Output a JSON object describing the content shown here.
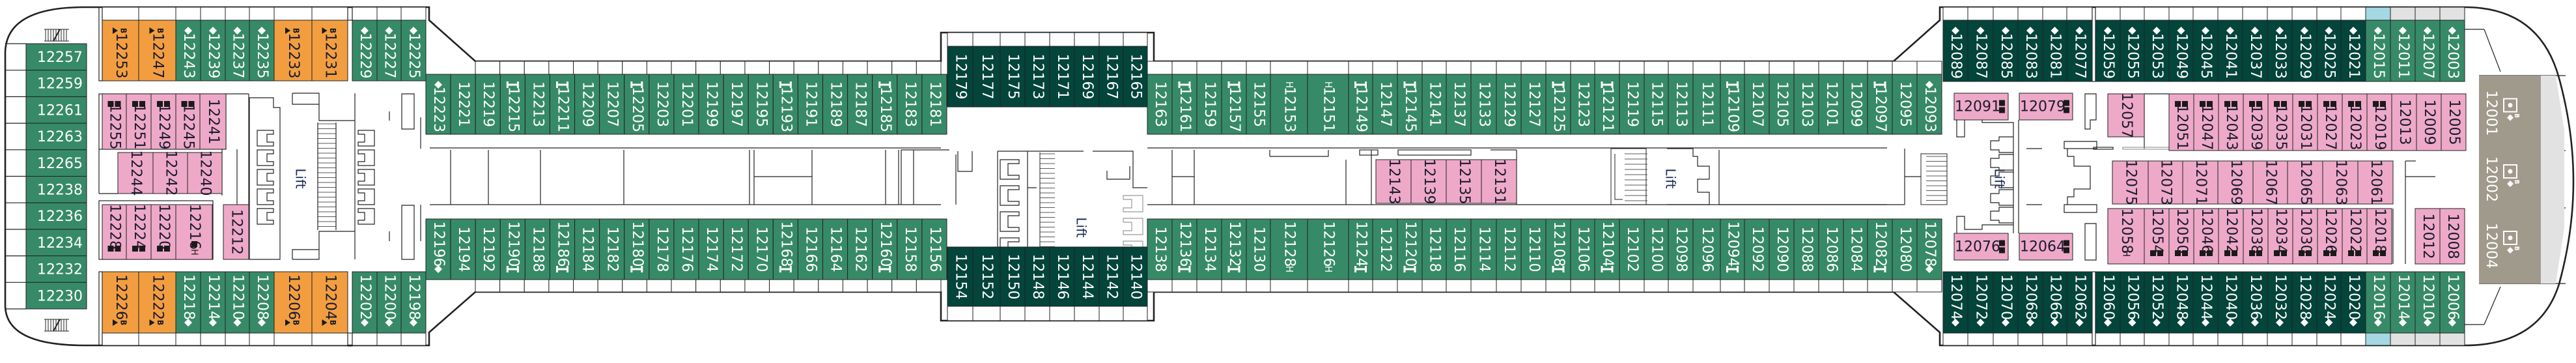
{
  "title": "Deck 12 cabin plan",
  "colors": {
    "balcony_green": "#378a68",
    "dark_green": "#03443b",
    "orange": "#f29e40",
    "inside_pink": "#eea9c8",
    "suite_grey": "#a09a8c",
    "balcony_blue": "#a4d8e3",
    "balcony_grey": "#e2e2e2",
    "hull": "#222222"
  },
  "legend_marks": {
    "diamond": "◆",
    "sofa_bed": "⊢⊣",
    "bunk_triangle": "▶",
    "B": "B",
    "double_bed": "■■",
    "single_bed": "■",
    "H": "H",
    "suite_icon": "▣"
  },
  "lift_label": "Lift",
  "aft_column": [
    {
      "n": "12257",
      "cat": "balcony_green"
    },
    {
      "n": "12259",
      "cat": "balcony_green"
    },
    {
      "n": "12261",
      "cat": "balcony_green"
    },
    {
      "n": "12263",
      "cat": "balcony_green"
    },
    {
      "n": "12265",
      "cat": "balcony_green"
    },
    {
      "n": "12238",
      "cat": "balcony_green"
    },
    {
      "n": "12236",
      "cat": "balcony_green"
    },
    {
      "n": "12234",
      "cat": "balcony_green"
    },
    {
      "n": "12232",
      "cat": "balcony_green"
    },
    {
      "n": "12230",
      "cat": "balcony_green"
    }
  ],
  "aft_top_row": [
    {
      "n": "12253",
      "cat": "orange",
      "mark": "B-tri"
    },
    {
      "n": "12247",
      "cat": "orange",
      "mark": "B-tri"
    },
    {
      "n": "12243",
      "cat": "balcony_green",
      "mark": "diamond"
    },
    {
      "n": "12239",
      "cat": "balcony_green",
      "mark": "diamond"
    },
    {
      "n": "12237",
      "cat": "balcony_green",
      "mark": "diamond"
    },
    {
      "n": "12235",
      "cat": "balcony_green",
      "mark": "diamond"
    },
    {
      "n": "12233",
      "cat": "orange",
      "mark": "B-tri"
    },
    {
      "n": "12231",
      "cat": "orange",
      "mark": "B-tri"
    },
    {
      "n": "12229",
      "cat": "balcony_green",
      "mark": "diamond"
    },
    {
      "n": "12227",
      "cat": "balcony_green",
      "mark": "diamond"
    },
    {
      "n": "12225",
      "cat": "balcony_green",
      "mark": "diamond"
    }
  ],
  "aft_bottom_row": [
    {
      "n": "12226",
      "cat": "orange",
      "mark": "B-tri"
    },
    {
      "n": "12222",
      "cat": "orange",
      "mark": "B-tri"
    },
    {
      "n": "12218",
      "cat": "balcony_green",
      "mark": "diamond"
    },
    {
      "n": "12214",
      "cat": "balcony_green",
      "mark": "diamond"
    },
    {
      "n": "12210",
      "cat": "balcony_green",
      "mark": "diamond"
    },
    {
      "n": "12208",
      "cat": "balcony_green",
      "mark": "diamond"
    },
    {
      "n": "12206",
      "cat": "orange",
      "mark": "B-tri"
    },
    {
      "n": "12204",
      "cat": "orange",
      "mark": "B-tri"
    },
    {
      "n": "12202",
      "cat": "balcony_green",
      "mark": "diamond"
    },
    {
      "n": "12200",
      "cat": "balcony_green",
      "mark": "diamond"
    },
    {
      "n": "12198",
      "cat": "balcony_green",
      "mark": "diamond"
    }
  ],
  "aft_inside_row1": [
    {
      "n": "12255",
      "cat": "inside_pink",
      "mark": "double"
    },
    {
      "n": "12251",
      "cat": "inside_pink",
      "mark": "double"
    },
    {
      "n": "12249",
      "cat": "inside_pink",
      "mark": "double"
    },
    {
      "n": "12245",
      "cat": "inside_pink",
      "mark": "double"
    },
    {
      "n": "12241",
      "cat": "inside_pink"
    }
  ],
  "aft_inside_row2": [
    {
      "n": "12244",
      "cat": "inside_pink"
    },
    {
      "n": "12242",
      "cat": "inside_pink"
    },
    {
      "n": "12240",
      "cat": "inside_pink"
    }
  ],
  "aft_inside_row3": [
    {
      "n": "12228",
      "cat": "inside_pink",
      "mark": "double"
    },
    {
      "n": "12224",
      "cat": "inside_pink",
      "mark": "double"
    },
    {
      "n": "12220",
      "cat": "inside_pink",
      "mark": "double"
    },
    {
      "n": "12216",
      "cat": "inside_pink",
      "mark": "H-single"
    },
    {
      "n": "12212",
      "cat": "inside_pink"
    }
  ],
  "mid_aft_top": [
    {
      "n": "12223",
      "cat": "balcony_green",
      "mark": "diamond"
    },
    {
      "n": "12221",
      "cat": "balcony_green"
    },
    {
      "n": "12219",
      "cat": "balcony_green"
    },
    {
      "n": "12215",
      "cat": "balcony_green",
      "mark": "sofa-right"
    },
    {
      "n": "12213",
      "cat": "balcony_green"
    },
    {
      "n": "12211",
      "cat": "balcony_green",
      "mark": "sofa-right"
    },
    {
      "n": "12209",
      "cat": "balcony_green"
    },
    {
      "n": "12207",
      "cat": "balcony_green"
    },
    {
      "n": "12205",
      "cat": "balcony_green",
      "mark": "sofa-right"
    },
    {
      "n": "12203",
      "cat": "balcony_green"
    },
    {
      "n": "12201",
      "cat": "balcony_green"
    },
    {
      "n": "12199",
      "cat": "balcony_green"
    },
    {
      "n": "12197",
      "cat": "balcony_green"
    },
    {
      "n": "12195",
      "cat": "balcony_green"
    },
    {
      "n": "12193",
      "cat": "balcony_green",
      "mark": "sofa-right"
    },
    {
      "n": "12191",
      "cat": "balcony_green"
    },
    {
      "n": "12189",
      "cat": "balcony_green"
    },
    {
      "n": "12187",
      "cat": "balcony_green"
    },
    {
      "n": "12185",
      "cat": "balcony_green",
      "mark": "sofa-right"
    },
    {
      "n": "12183",
      "cat": "balcony_green"
    },
    {
      "n": "12181",
      "cat": "balcony_green"
    }
  ],
  "mid_aft_bottom": [
    {
      "n": "12196",
      "cat": "balcony_green",
      "mark": "diamond"
    },
    {
      "n": "12194",
      "cat": "balcony_green"
    },
    {
      "n": "12192",
      "cat": "balcony_green"
    },
    {
      "n": "12190",
      "cat": "balcony_green",
      "mark": "sofa-right"
    },
    {
      "n": "12188",
      "cat": "balcony_green"
    },
    {
      "n": "12186",
      "cat": "balcony_green",
      "mark": "sofa-right"
    },
    {
      "n": "12184",
      "cat": "balcony_green"
    },
    {
      "n": "12182",
      "cat": "balcony_green"
    },
    {
      "n": "12180",
      "cat": "balcony_green",
      "mark": "sofa-right"
    },
    {
      "n": "12178",
      "cat": "balcony_green"
    },
    {
      "n": "12176",
      "cat": "balcony_green"
    },
    {
      "n": "12174",
      "cat": "balcony_green"
    },
    {
      "n": "12172",
      "cat": "balcony_green"
    },
    {
      "n": "12170",
      "cat": "balcony_green"
    },
    {
      "n": "12168",
      "cat": "balcony_green",
      "mark": "sofa-right"
    },
    {
      "n": "12166",
      "cat": "balcony_green"
    },
    {
      "n": "12164",
      "cat": "balcony_green"
    },
    {
      "n": "12162",
      "cat": "balcony_green"
    },
    {
      "n": "12160",
      "cat": "balcony_green",
      "mark": "sofa-right"
    },
    {
      "n": "12158",
      "cat": "balcony_green"
    },
    {
      "n": "12156",
      "cat": "balcony_green"
    }
  ],
  "center_top": [
    {
      "n": "12179",
      "cat": "dark_green"
    },
    {
      "n": "12177",
      "cat": "dark_green"
    },
    {
      "n": "12175",
      "cat": "dark_green"
    },
    {
      "n": "12173",
      "cat": "dark_green"
    },
    {
      "n": "12171",
      "cat": "dark_green"
    },
    {
      "n": "12169",
      "cat": "dark_green"
    },
    {
      "n": "12167",
      "cat": "dark_green"
    },
    {
      "n": "12165",
      "cat": "dark_green"
    }
  ],
  "center_bottom": [
    {
      "n": "12154",
      "cat": "dark_green"
    },
    {
      "n": "12152",
      "cat": "dark_green"
    },
    {
      "n": "12150",
      "cat": "dark_green"
    },
    {
      "n": "12148",
      "cat": "dark_green"
    },
    {
      "n": "12146",
      "cat": "dark_green"
    },
    {
      "n": "12144",
      "cat": "dark_green"
    },
    {
      "n": "12142",
      "cat": "dark_green"
    },
    {
      "n": "12140",
      "cat": "dark_green"
    }
  ],
  "mid_fwd_top": [
    {
      "n": "12163",
      "cat": "balcony_green"
    },
    {
      "n": "12161",
      "cat": "balcony_green",
      "mark": "sofa-right"
    },
    {
      "n": "12159",
      "cat": "balcony_green"
    },
    {
      "n": "12157",
      "cat": "balcony_green",
      "mark": "sofa-right"
    },
    {
      "n": "12155",
      "cat": "balcony_green"
    },
    {
      "n": "12153",
      "cat": "balcony_green",
      "mark": "H",
      "wide": true
    },
    {
      "n": "12151",
      "cat": "balcony_green",
      "mark": "H",
      "wide": true
    },
    {
      "n": "12149",
      "cat": "balcony_green",
      "mark": "sofa-right"
    },
    {
      "n": "12147",
      "cat": "balcony_green"
    },
    {
      "n": "12145",
      "cat": "balcony_green",
      "mark": "sofa-right"
    },
    {
      "n": "12141",
      "cat": "balcony_green"
    },
    {
      "n": "12137",
      "cat": "balcony_green"
    },
    {
      "n": "12133",
      "cat": "balcony_green"
    },
    {
      "n": "12129",
      "cat": "balcony_green"
    },
    {
      "n": "12127",
      "cat": "balcony_green"
    },
    {
      "n": "12125",
      "cat": "balcony_green",
      "mark": "sofa-right"
    },
    {
      "n": "12123",
      "cat": "balcony_green"
    },
    {
      "n": "12121",
      "cat": "balcony_green",
      "mark": "sofa-right"
    },
    {
      "n": "12119",
      "cat": "balcony_green"
    },
    {
      "n": "12115",
      "cat": "balcony_green"
    },
    {
      "n": "12113",
      "cat": "balcony_green"
    },
    {
      "n": "12111",
      "cat": "balcony_green"
    },
    {
      "n": "12109",
      "cat": "balcony_green",
      "mark": "sofa-right"
    },
    {
      "n": "12107",
      "cat": "balcony_green"
    },
    {
      "n": "12105",
      "cat": "balcony_green"
    },
    {
      "n": "12103",
      "cat": "balcony_green"
    },
    {
      "n": "12101",
      "cat": "balcony_green"
    },
    {
      "n": "12099",
      "cat": "balcony_green"
    },
    {
      "n": "12097",
      "cat": "balcony_green",
      "mark": "sofa-right"
    },
    {
      "n": "12095",
      "cat": "balcony_green"
    },
    {
      "n": "12093",
      "cat": "balcony_green",
      "mark": "diamond"
    }
  ],
  "mid_fwd_bottom": [
    {
      "n": "12138",
      "cat": "balcony_green"
    },
    {
      "n": "12136",
      "cat": "balcony_green",
      "mark": "sofa-right"
    },
    {
      "n": "12134",
      "cat": "balcony_green"
    },
    {
      "n": "12132",
      "cat": "balcony_green",
      "mark": "sofa-right"
    },
    {
      "n": "12130",
      "cat": "balcony_green"
    },
    {
      "n": "12128",
      "cat": "balcony_green",
      "mark": "H",
      "wide": true
    },
    {
      "n": "12126",
      "cat": "balcony_green",
      "mark": "H",
      "wide": true
    },
    {
      "n": "12124",
      "cat": "balcony_green",
      "mark": "sofa-right"
    },
    {
      "n": "12122",
      "cat": "balcony_green"
    },
    {
      "n": "12120",
      "cat": "balcony_green",
      "mark": "sofa-right"
    },
    {
      "n": "12118",
      "cat": "balcony_green"
    },
    {
      "n": "12116",
      "cat": "balcony_green"
    },
    {
      "n": "12114",
      "cat": "balcony_green"
    },
    {
      "n": "12112",
      "cat": "balcony_green"
    },
    {
      "n": "12110",
      "cat": "balcony_green"
    },
    {
      "n": "12108",
      "cat": "balcony_green",
      "mark": "sofa-right"
    },
    {
      "n": "12106",
      "cat": "balcony_green"
    },
    {
      "n": "12104",
      "cat": "balcony_green",
      "mark": "sofa-right"
    },
    {
      "n": "12102",
      "cat": "balcony_green"
    },
    {
      "n": "12100",
      "cat": "balcony_green"
    },
    {
      "n": "12098",
      "cat": "balcony_green"
    },
    {
      "n": "12096",
      "cat": "balcony_green"
    },
    {
      "n": "12094",
      "cat": "balcony_green",
      "mark": "sofa-right"
    },
    {
      "n": "12092",
      "cat": "balcony_green"
    },
    {
      "n": "12090",
      "cat": "balcony_green"
    },
    {
      "n": "12088",
      "cat": "balcony_green"
    },
    {
      "n": "12086",
      "cat": "balcony_green"
    },
    {
      "n": "12084",
      "cat": "balcony_green"
    },
    {
      "n": "12082",
      "cat": "balcony_green",
      "mark": "sofa-right"
    },
    {
      "n": "12080",
      "cat": "balcony_green"
    },
    {
      "n": "12078",
      "cat": "balcony_green",
      "mark": "diamond"
    }
  ],
  "mid_fwd_inside": [
    {
      "n": "12143",
      "cat": "inside_pink"
    },
    {
      "n": "12139",
      "cat": "inside_pink"
    },
    {
      "n": "12135",
      "cat": "inside_pink"
    },
    {
      "n": "12131",
      "cat": "inside_pink"
    }
  ],
  "fwd_top": [
    {
      "n": "12089",
      "cat": "dark_green",
      "mark": "diamond"
    },
    {
      "n": "12087",
      "cat": "dark_green",
      "mark": "diamond"
    },
    {
      "n": "12085",
      "cat": "dark_green",
      "mark": "diamond"
    },
    {
      "n": "12083",
      "cat": "dark_green",
      "mark": "diamond"
    },
    {
      "n": "12081",
      "cat": "dark_green",
      "mark": "diamond"
    },
    {
      "n": "12077",
      "cat": "dark_green",
      "mark": "diamond"
    },
    {
      "n": "12059",
      "cat": "dark_green",
      "mark": "diamond"
    },
    {
      "n": "12055",
      "cat": "dark_green",
      "mark": "diamond"
    },
    {
      "n": "12053",
      "cat": "dark_green",
      "mark": "diamond"
    },
    {
      "n": "12049",
      "cat": "dark_green",
      "mark": "diamond"
    },
    {
      "n": "12045",
      "cat": "dark_green",
      "mark": "diamond"
    },
    {
      "n": "12041",
      "cat": "dark_green",
      "mark": "diamond"
    },
    {
      "n": "12037",
      "cat": "dark_green",
      "mark": "diamond"
    },
    {
      "n": "12033",
      "cat": "dark_green",
      "mark": "diamond"
    },
    {
      "n": "12029",
      "cat": "dark_green",
      "mark": "diamond"
    },
    {
      "n": "12025",
      "cat": "dark_green",
      "mark": "diamond"
    },
    {
      "n": "12021",
      "cat": "dark_green",
      "mark": "diamond"
    },
    {
      "n": "12015",
      "cat": "balcony_green",
      "mark": "diamond",
      "balcony": "balcony_blue"
    },
    {
      "n": "12011",
      "cat": "balcony_green",
      "mark": "diamond",
      "balcony": "balcony_grey"
    },
    {
      "n": "12007",
      "cat": "balcony_green",
      "mark": "diamond",
      "balcony": "balcony_grey"
    },
    {
      "n": "12003",
      "cat": "balcony_green",
      "mark": "diamond",
      "balcony": "balcony_grey"
    }
  ],
  "fwd_bottom": [
    {
      "n": "12074",
      "cat": "dark_green",
      "mark": "diamond"
    },
    {
      "n": "12072",
      "cat": "dark_green",
      "mark": "diamond"
    },
    {
      "n": "12070",
      "cat": "dark_green",
      "mark": "diamond"
    },
    {
      "n": "12068",
      "cat": "dark_green",
      "mark": "diamond"
    },
    {
      "n": "12066",
      "cat": "dark_green",
      "mark": "diamond"
    },
    {
      "n": "12062",
      "cat": "dark_green",
      "mark": "diamond"
    },
    {
      "n": "12060",
      "cat": "dark_green",
      "mark": "diamond"
    },
    {
      "n": "12056",
      "cat": "dark_green",
      "mark": "diamond"
    },
    {
      "n": "12052",
      "cat": "dark_green",
      "mark": "diamond"
    },
    {
      "n": "12048",
      "cat": "dark_green",
      "mark": "diamond"
    },
    {
      "n": "12044",
      "cat": "dark_green",
      "mark": "diamond"
    },
    {
      "n": "12040",
      "cat": "dark_green",
      "mark": "diamond"
    },
    {
      "n": "12036",
      "cat": "dark_green",
      "mark": "diamond"
    },
    {
      "n": "12032",
      "cat": "dark_green",
      "mark": "diamond"
    },
    {
      "n": "12028",
      "cat": "dark_green",
      "mark": "diamond"
    },
    {
      "n": "12024",
      "cat": "dark_green",
      "mark": "diamond"
    },
    {
      "n": "12020",
      "cat": "dark_green",
      "mark": "diamond"
    },
    {
      "n": "12016",
      "cat": "balcony_green",
      "mark": "diamond",
      "balcony": "balcony_blue"
    },
    {
      "n": "12014",
      "cat": "balcony_green",
      "mark": "diamond",
      "balcony": "balcony_grey"
    },
    {
      "n": "12010",
      "cat": "balcony_green",
      "mark": "diamond",
      "balcony": "balcony_grey"
    },
    {
      "n": "12006",
      "cat": "balcony_green",
      "mark": "diamond",
      "balcony": "balcony_grey"
    }
  ],
  "fwd_inside_small": [
    {
      "n": "12091",
      "cat": "inside_pink",
      "mark": "vdouble"
    },
    {
      "n": "12079",
      "cat": "inside_pink",
      "mark": "vdouble"
    },
    {
      "n": "12076",
      "cat": "inside_pink",
      "mark": "vdouble"
    },
    {
      "n": "12064",
      "cat": "inside_pink",
      "mark": "vdouble"
    }
  ],
  "fwd_inside_row1": [
    {
      "n": "12057",
      "cat": "inside_pink"
    },
    {
      "n": "12051",
      "cat": "inside_pink",
      "mark": "double"
    },
    {
      "n": "12047",
      "cat": "inside_pink",
      "mark": "double"
    },
    {
      "n": "12043",
      "cat": "inside_pink",
      "mark": "double"
    },
    {
      "n": "12039",
      "cat": "inside_pink",
      "mark": "double"
    },
    {
      "n": "12035",
      "cat": "inside_pink",
      "mark": "double"
    },
    {
      "n": "12031",
      "cat": "inside_pink",
      "mark": "double"
    },
    {
      "n": "12027",
      "cat": "inside_pink",
      "mark": "double"
    },
    {
      "n": "12023",
      "cat": "inside_pink",
      "mark": "double"
    },
    {
      "n": "12019",
      "cat": "inside_pink",
      "mark": "double"
    },
    {
      "n": "12013",
      "cat": "inside_pink"
    },
    {
      "n": "12009",
      "cat": "inside_pink"
    },
    {
      "n": "12005",
      "cat": "inside_pink"
    }
  ],
  "fwd_inside_row2": [
    {
      "n": "12075",
      "cat": "inside_pink"
    },
    {
      "n": "12073",
      "cat": "inside_pink"
    },
    {
      "n": "12071",
      "cat": "inside_pink"
    },
    {
      "n": "12069",
      "cat": "inside_pink"
    },
    {
      "n": "12067",
      "cat": "inside_pink"
    },
    {
      "n": "12065",
      "cat": "inside_pink"
    },
    {
      "n": "12063",
      "cat": "inside_pink"
    },
    {
      "n": "12061",
      "cat": "inside_pink"
    }
  ],
  "fwd_inside_row3": [
    {
      "n": "12058",
      "cat": "inside_pink",
      "mark": "H"
    },
    {
      "n": "12054",
      "cat": "inside_pink",
      "mark": "double"
    },
    {
      "n": "12050",
      "cat": "inside_pink",
      "mark": "double"
    },
    {
      "n": "12046",
      "cat": "inside_pink",
      "mark": "double"
    },
    {
      "n": "12042",
      "cat": "inside_pink",
      "mark": "double"
    },
    {
      "n": "12038",
      "cat": "inside_pink",
      "mark": "double"
    },
    {
      "n": "12034",
      "cat": "inside_pink",
      "mark": "double"
    },
    {
      "n": "12030",
      "cat": "inside_pink",
      "mark": "double"
    },
    {
      "n": "12026",
      "cat": "inside_pink",
      "mark": "double"
    },
    {
      "n": "12022",
      "cat": "inside_pink",
      "mark": "double"
    },
    {
      "n": "12018",
      "cat": "inside_pink",
      "mark": "double"
    },
    {
      "n": "12012",
      "cat": "inside_pink"
    },
    {
      "n": "12008",
      "cat": "inside_pink"
    }
  ],
  "fwd_suites": [
    {
      "n": "12001",
      "cat": "suite_grey",
      "mark": "suite"
    },
    {
      "n": "12002",
      "cat": "suite_grey",
      "mark": "suite"
    },
    {
      "n": "12004",
      "cat": "suite_grey",
      "mark": "suite"
    }
  ]
}
